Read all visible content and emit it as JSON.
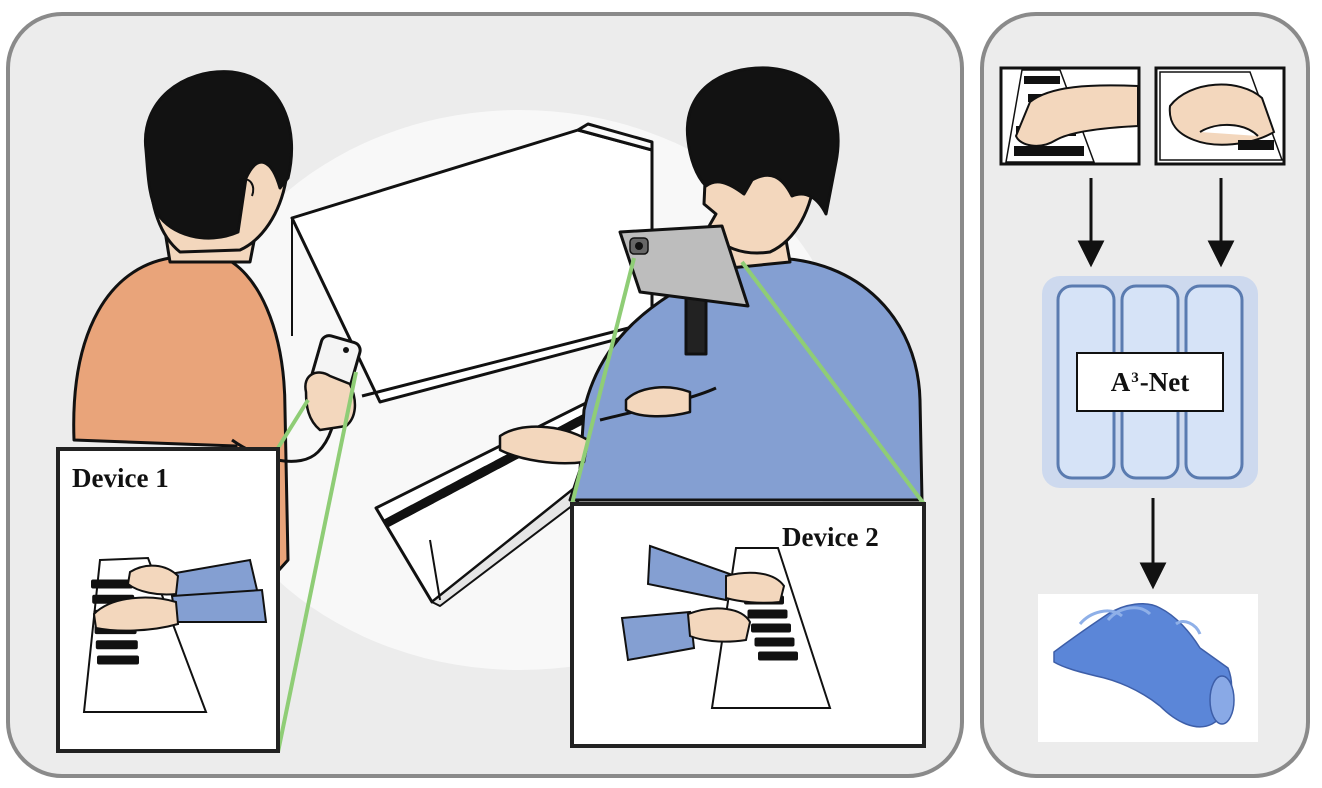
{
  "left_panel": {
    "device1_label": "Device 1",
    "device2_label": "Device 2"
  },
  "right_panel": {
    "network_label_prefix": "A",
    "network_label_superscript": "3",
    "network_label_suffix": "-Net"
  },
  "colors": {
    "panel_bg": "#ececec",
    "panel_border": "#8a8a8a",
    "shirt_left": "#e9a47a",
    "shirt_right": "#849fd2",
    "hair": "#121212",
    "skin": "#f3d7bd",
    "sight_line": "#8fcd76",
    "net_bg": "#cdd9ee",
    "net_column": "#d6e3f7",
    "net_column_border": "#5a7bb0",
    "hand_mesh": "#5b86d8"
  }
}
